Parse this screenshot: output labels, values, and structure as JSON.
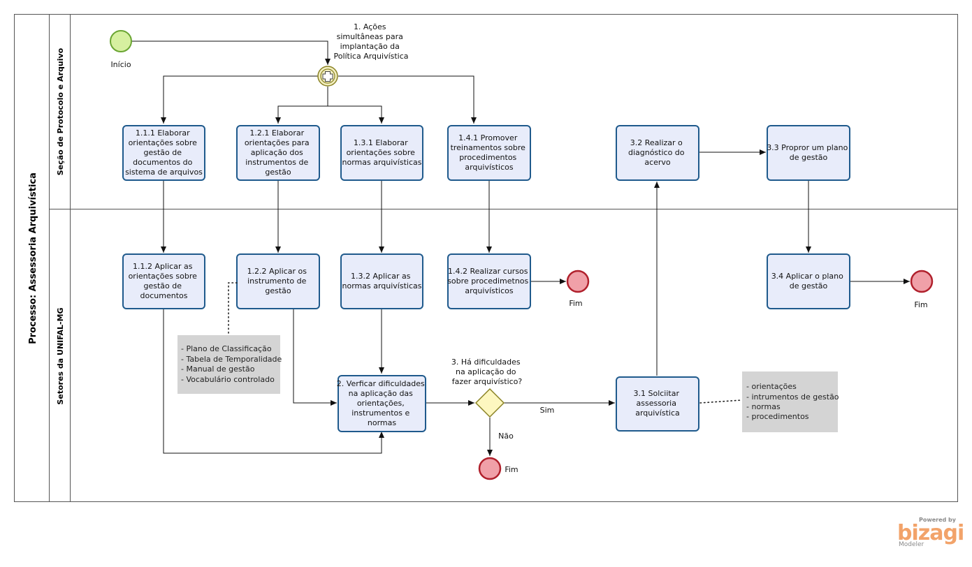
{
  "pool": {
    "title": "Processo: Assessoria Arquivística"
  },
  "lanes": [
    {
      "label": "Seção de Protocolo e Arquivo"
    },
    {
      "label": "Setores da UNIFAL-MG"
    }
  ],
  "events": {
    "start": "Início",
    "end_1_4": "Fim",
    "end_3_4": "Fim",
    "end_nao": "Fim"
  },
  "gateways": {
    "parallel": [
      "1. Ações",
      "simultâneas para",
      "implantação da",
      "Política  Arquivística"
    ],
    "decision": [
      "3. Há dificuldades",
      "na aplicação do",
      "fazer arquivístico?"
    ]
  },
  "flow_labels": {
    "sim": "Sim",
    "nao": "Não"
  },
  "tasks": {
    "t111": [
      "1.1.1 Elaborar",
      "orientações sobre",
      "gestão de",
      "documentos do",
      "sistema de arquivos"
    ],
    "t121": [
      "1.2.1 Elaborar",
      "orientações para",
      "aplicação dos",
      "instrumentos de",
      "gestão"
    ],
    "t131": [
      "1.3.1 Elaborar",
      "orientações sobre",
      "normas arquivísticas"
    ],
    "t141": [
      "1.4.1 Promover",
      "treinamentos sobre",
      "procedimentos",
      "arquivísticos"
    ],
    "t32": [
      "3.2 Realizar o",
      "diagnóstico  do",
      "acervo"
    ],
    "t33": [
      "3.3 Propror um plano",
      "de gestão"
    ],
    "t112": [
      "1.1.2 Aplicar as",
      "orientações sobre",
      "gestão de",
      "documentos"
    ],
    "t122": [
      "1.2.2 Aplicar os",
      "instrumento de",
      "gestão"
    ],
    "t132": [
      "1.3.2 Aplicar as",
      "normas arquivísticas"
    ],
    "t142": [
      "1.4.2 Realizar cursos",
      "sobre procedimetnos",
      "arquivísticos"
    ],
    "t34": [
      "3.4 Aplicar o plano",
      "de gestão"
    ],
    "t2": [
      "2. Verficar dificuldades",
      "na aplicação das",
      "orientações,",
      "instrumentos e",
      "normas"
    ],
    "t31": [
      "3.1 Solciitar",
      "assessoria",
      "arquivística"
    ]
  },
  "annotations": {
    "instrumentos": [
      "- Plano de Classificação",
      "- Tabela de Temporalidade",
      "- Manual de gestão",
      "- Vocabulário controlado"
    ],
    "assessoria": [
      "- orientações",
      "- intrumentos de gestão",
      "- normas",
      "- procedimentos"
    ]
  },
  "branding": {
    "top": "Powered by",
    "main": "bizagi",
    "sub": "Modeler"
  }
}
